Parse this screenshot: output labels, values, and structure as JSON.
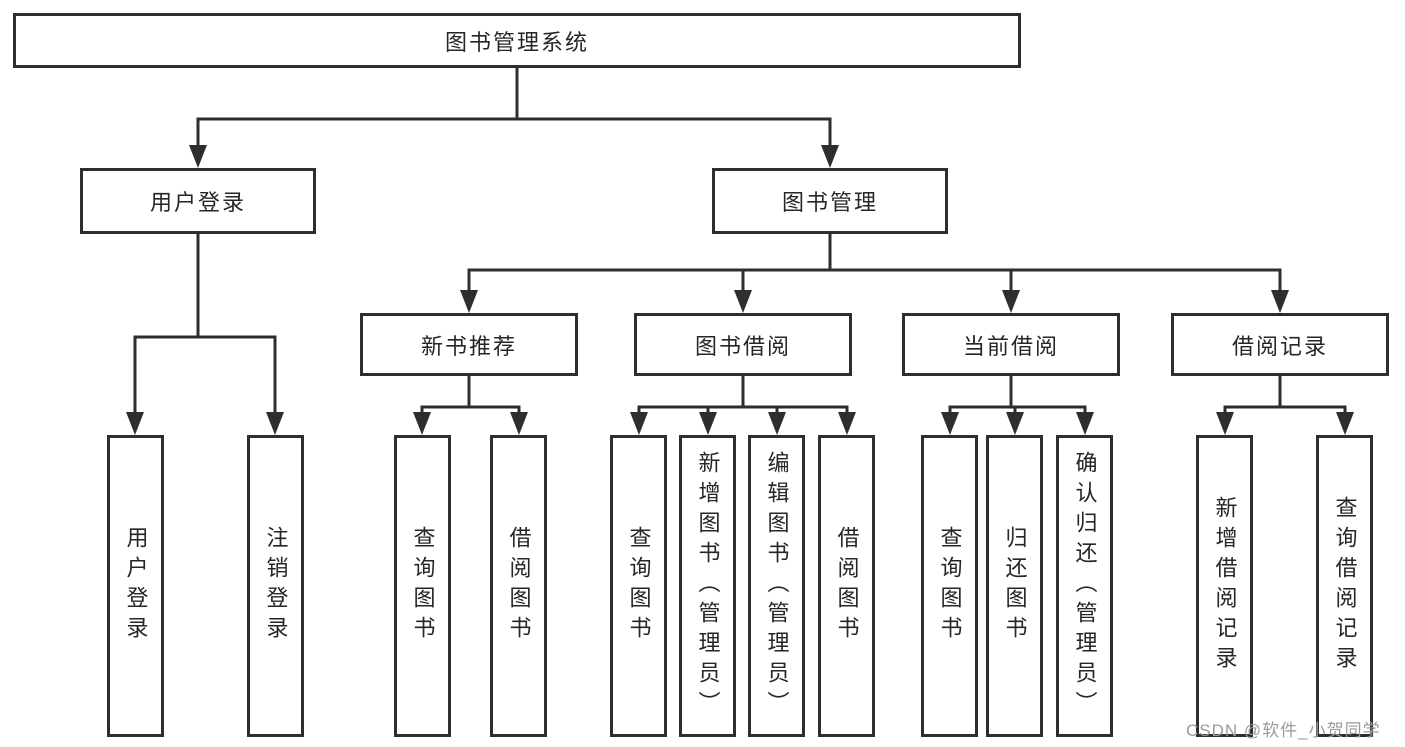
{
  "colors": {
    "background": "#ffffff",
    "line": "#2e2e2e",
    "box_border": "#2e2e2e",
    "text": "#262626",
    "watermark": "#9b9b9b"
  },
  "tree": {
    "root": {
      "label": "图书管理系统",
      "children": [
        {
          "label": "用户登录",
          "children": [
            {
              "label": "用户登录"
            },
            {
              "label": "注销登录"
            }
          ]
        },
        {
          "label": "图书管理",
          "children": [
            {
              "label": "新书推荐",
              "children": [
                {
                  "label": "查询图书"
                },
                {
                  "label": "借阅图书"
                }
              ]
            },
            {
              "label": "图书借阅",
              "children": [
                {
                  "label": "查询图书"
                },
                {
                  "label": "新增图书（管理员）"
                },
                {
                  "label": "编辑图书（管理员）"
                },
                {
                  "label": "借阅图书"
                }
              ]
            },
            {
              "label": "当前借阅",
              "children": [
                {
                  "label": "查询图书"
                },
                {
                  "label": "归还图书"
                },
                {
                  "label": "确认归还（管理员）"
                }
              ]
            },
            {
              "label": "借阅记录",
              "children": [
                {
                  "label": "新增借阅记录"
                },
                {
                  "label": "查询借阅记录"
                }
              ]
            }
          ]
        }
      ]
    }
  },
  "watermark": {
    "text": "CSDN @软件_小贺同学"
  }
}
